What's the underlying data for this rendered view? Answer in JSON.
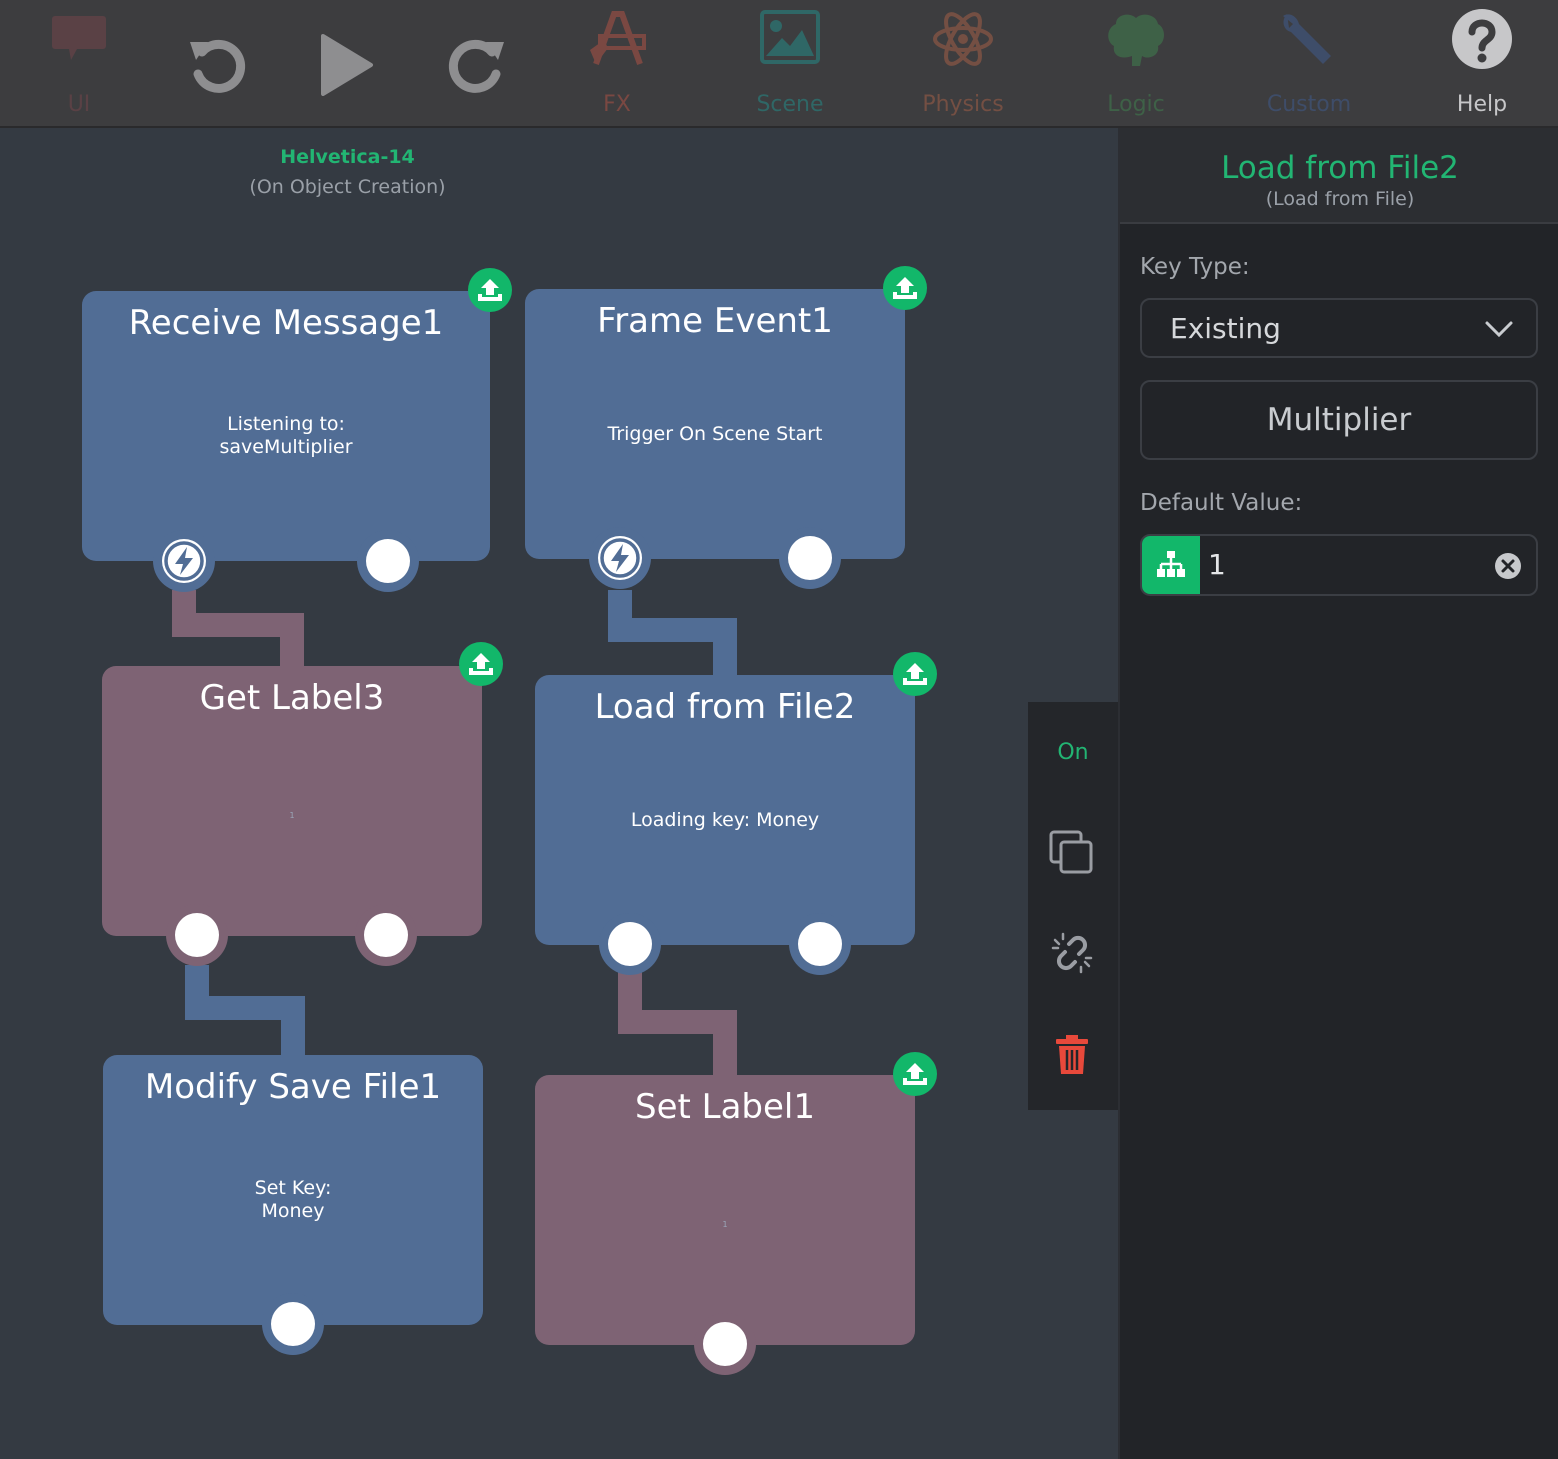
{
  "toolbar": {
    "items": [
      {
        "label": "UI",
        "icon": "chat-bubble-icon",
        "color": "#5a4145"
      },
      {
        "label": "",
        "icon": "undo-icon",
        "color": "#8e8e90"
      },
      {
        "label": "",
        "icon": "play-icon",
        "color": "#8e8e90"
      },
      {
        "label": "",
        "icon": "redo-icon",
        "color": "#8e8e90"
      },
      {
        "label": "FX",
        "icon": "fx-icon",
        "color": "#7a4842"
      },
      {
        "label": "Scene",
        "icon": "image-icon",
        "color": "#2f6766"
      },
      {
        "label": "Physics",
        "icon": "atom-icon",
        "color": "#744f43"
      },
      {
        "label": "Logic",
        "icon": "brain-icon",
        "color": "#3e6147"
      },
      {
        "label": "Custom",
        "icon": "wrench-icon",
        "color": "#3e4d69"
      },
      {
        "label": "Help",
        "icon": "help-icon",
        "color": "#c7c7c9"
      }
    ]
  },
  "canvas": {
    "object_name": "Helvetica-14",
    "trigger": "(On Object Creation)"
  },
  "nodes": {
    "receive_message": {
      "title": "Receive Message1",
      "line1": "Listening to:",
      "line2": "saveMultiplier"
    },
    "frame_event": {
      "title": "Frame Event1",
      "line1": "Trigger On Scene Start"
    },
    "get_label": {
      "title": "Get Label3",
      "line1": "1"
    },
    "load_from_file": {
      "title": "Load from File2",
      "line1": "Loading key: Money"
    },
    "modify_save_file": {
      "title": "Modify Save File1",
      "line1": "Set Key:",
      "line2": "Money"
    },
    "set_label": {
      "title": "Set Label1",
      "line1": "1"
    }
  },
  "actions": {
    "toggle_label": "On"
  },
  "panel": {
    "title": "Load from File2",
    "subtitle": "(Load from File)",
    "key_type_label": "Key Type:",
    "key_type_value": "Existing",
    "key_button": "Multiplier",
    "default_value_label": "Default Value:",
    "default_value": "1"
  },
  "colors": {
    "accent": "#22b573",
    "node_blue": "#516d95",
    "node_purple": "#7e6374",
    "delete": "#e8493b"
  }
}
